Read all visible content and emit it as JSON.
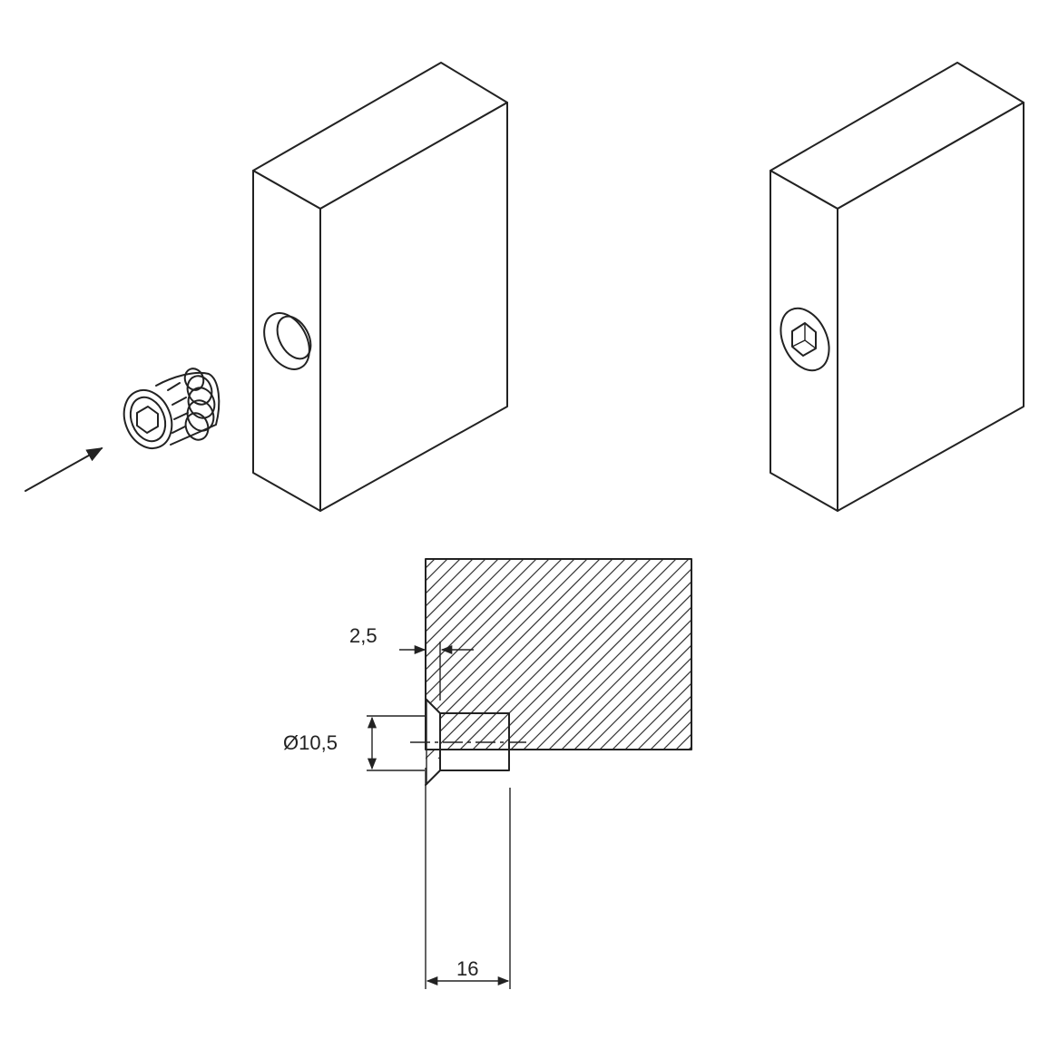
{
  "diagram": {
    "dimensions": {
      "countersink_depth": "2,5",
      "hole_diameter": "Ø10,5",
      "hole_depth": "16"
    },
    "icons": [
      "arrow-icon",
      "threaded-insert-icon",
      "hex-socket-icon"
    ]
  }
}
